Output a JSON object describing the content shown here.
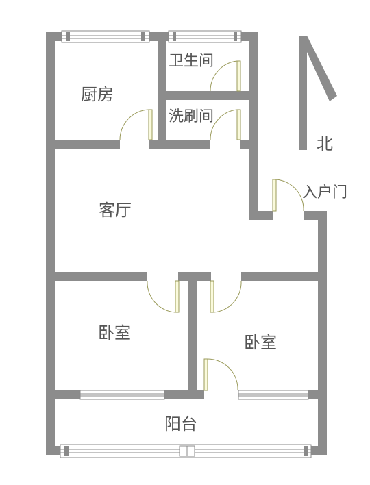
{
  "rooms": {
    "kitchen": "厨房",
    "toilet": "卫生间",
    "washroom": "洗刷间",
    "living_room": "客厅",
    "entrance": "入户门",
    "bedroom_left": "卧室",
    "bedroom_right": "卧室",
    "balcony": "阳台"
  },
  "compass": {
    "label": "北"
  },
  "colors": {
    "wall": "#8c8c8c",
    "door": "#fafadc",
    "text": "#555555"
  }
}
